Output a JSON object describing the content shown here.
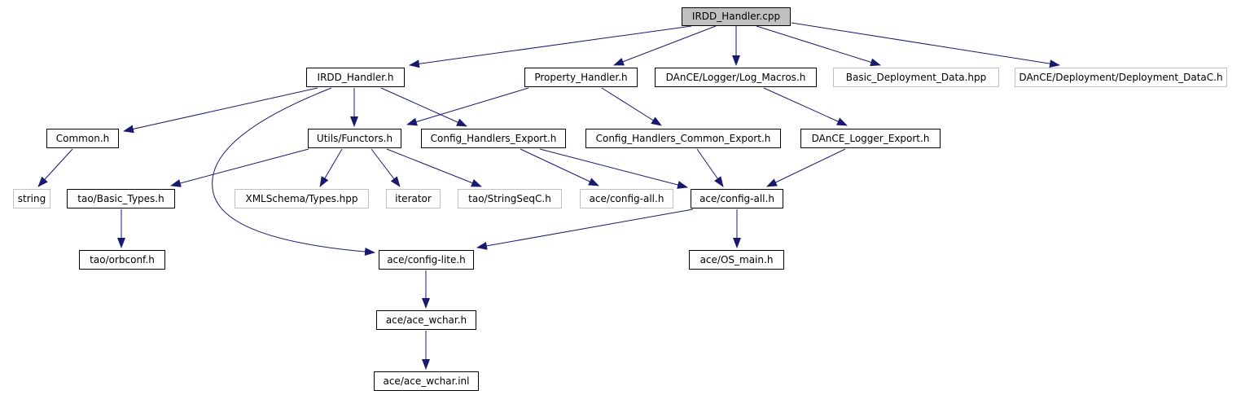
{
  "diagram": {
    "kind": "doxygen-include-dependency-graph",
    "root_label": "IRDD_Handler.cpp",
    "colors": {
      "edge": "#191970",
      "node_border": "#000000",
      "external_node_border": "#c0c0c0",
      "root_fill": "#c0c0c0",
      "node_fill": "#ffffff",
      "text": "#000000",
      "background": "#ffffff"
    },
    "nodes": [
      {
        "id": "irdd_cpp",
        "label": "IRDD_Handler.cpp",
        "kind": "root"
      },
      {
        "id": "irdd_h",
        "label": "IRDD_Handler.h",
        "kind": "internal"
      },
      {
        "id": "property_h",
        "label": "Property_Handler.h",
        "kind": "internal"
      },
      {
        "id": "log_macros",
        "label": "DAnCE/Logger/Log_Macros.h",
        "kind": "internal"
      },
      {
        "id": "basic_deployment",
        "label": "Basic_Deployment_Data.hpp",
        "kind": "external"
      },
      {
        "id": "deployment_datac",
        "label": "DAnCE/Deployment/Deployment_DataC.h",
        "kind": "external"
      },
      {
        "id": "common_h",
        "label": "Common.h",
        "kind": "internal"
      },
      {
        "id": "utils_functors",
        "label": "Utils/Functors.h",
        "kind": "internal"
      },
      {
        "id": "ch_export",
        "label": "Config_Handlers_Export.h",
        "kind": "internal"
      },
      {
        "id": "ch_common_export",
        "label": "Config_Handlers_Common_Export.h",
        "kind": "internal"
      },
      {
        "id": "logger_export",
        "label": "DAnCE_Logger_Export.h",
        "kind": "internal"
      },
      {
        "id": "string",
        "label": "string",
        "kind": "external"
      },
      {
        "id": "tao_basic_types",
        "label": "tao/Basic_Types.h",
        "kind": "internal"
      },
      {
        "id": "xmlschema_types",
        "label": "XMLSchema/Types.hpp",
        "kind": "external"
      },
      {
        "id": "iterator",
        "label": "iterator",
        "kind": "external"
      },
      {
        "id": "tao_stringseqc",
        "label": "tao/StringSeqC.h",
        "kind": "external"
      },
      {
        "id": "ace_config_all_ext",
        "label": "ace/config-all.h",
        "kind": "external"
      },
      {
        "id": "ace_config_all",
        "label": "ace/config-all.h",
        "kind": "internal"
      },
      {
        "id": "tao_orbconf",
        "label": "tao/orbconf.h",
        "kind": "internal"
      },
      {
        "id": "ace_config_lite",
        "label": "ace/config-lite.h",
        "kind": "internal"
      },
      {
        "id": "ace_os_main",
        "label": "ace/OS_main.h",
        "kind": "internal"
      },
      {
        "id": "ace_wchar_h",
        "label": "ace/ace_wchar.h",
        "kind": "internal"
      },
      {
        "id": "ace_wchar_inl",
        "label": "ace/ace_wchar.inl",
        "kind": "internal"
      }
    ],
    "edges": [
      {
        "from": "irdd_cpp",
        "to": "irdd_h"
      },
      {
        "from": "irdd_cpp",
        "to": "property_h"
      },
      {
        "from": "irdd_cpp",
        "to": "log_macros"
      },
      {
        "from": "irdd_cpp",
        "to": "basic_deployment"
      },
      {
        "from": "irdd_cpp",
        "to": "deployment_datac"
      },
      {
        "from": "irdd_h",
        "to": "common_h"
      },
      {
        "from": "irdd_h",
        "to": "utils_functors"
      },
      {
        "from": "irdd_h",
        "to": "ch_export"
      },
      {
        "from": "irdd_h",
        "to": "ace_config_lite"
      },
      {
        "from": "property_h",
        "to": "utils_functors"
      },
      {
        "from": "property_h",
        "to": "ch_common_export"
      },
      {
        "from": "log_macros",
        "to": "logger_export"
      },
      {
        "from": "common_h",
        "to": "string"
      },
      {
        "from": "utils_functors",
        "to": "tao_basic_types"
      },
      {
        "from": "utils_functors",
        "to": "xmlschema_types"
      },
      {
        "from": "utils_functors",
        "to": "iterator"
      },
      {
        "from": "utils_functors",
        "to": "tao_stringseqc"
      },
      {
        "from": "ch_export",
        "to": "ace_config_all_ext"
      },
      {
        "from": "ch_export",
        "to": "ace_config_all"
      },
      {
        "from": "ch_common_export",
        "to": "ace_config_all"
      },
      {
        "from": "logger_export",
        "to": "ace_config_all"
      },
      {
        "from": "tao_basic_types",
        "to": "tao_orbconf"
      },
      {
        "from": "ace_config_all",
        "to": "ace_config_lite"
      },
      {
        "from": "ace_config_all",
        "to": "ace_os_main"
      },
      {
        "from": "ace_config_lite",
        "to": "ace_wchar_h"
      },
      {
        "from": "ace_wchar_h",
        "to": "ace_wchar_inl"
      }
    ]
  }
}
